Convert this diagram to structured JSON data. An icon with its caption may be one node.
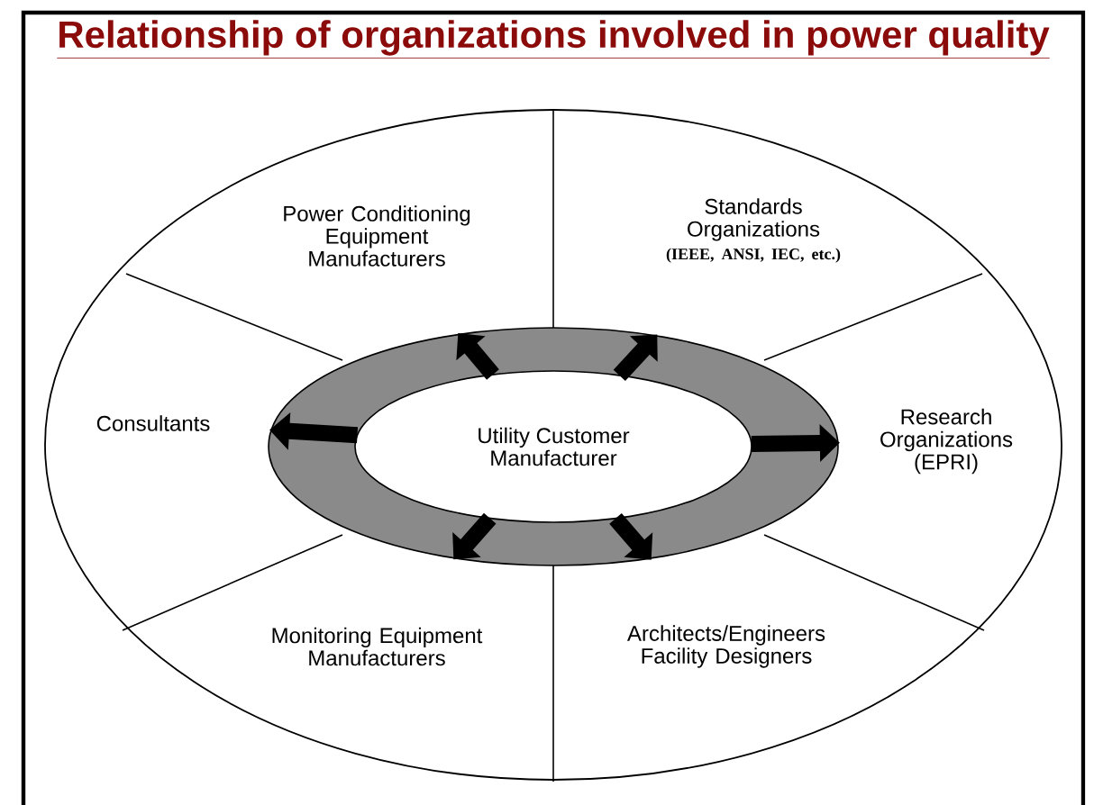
{
  "diagram": {
    "title": "Relationship of organizations involved in power quality",
    "nodes": [
      {
        "text": [
          "Power Conditioning Equipment Manufacturers"
        ]
      },
      {
        "text": [
          "Standards Organizations",
          "(IEEE, ANSI, IEC, etc.)"
        ]
      },
      {
        "text": [
          "Consultants"
        ]
      },
      {
        "text": [
          "Utility Customer Manufacturer"
        ]
      },
      {
        "text": [
          "Research Organizations (EPRI)"
        ]
      },
      {
        "text": [
          "Monitoring Equipment Manufacturers"
        ]
      },
      {
        "text": [
          "Architects/Engineers Facility Designers"
        ]
      }
    ],
    "edges": [
      {
        "from": 3,
        "to": 0,
        "arrow": "to"
      },
      {
        "from": 3,
        "to": 1,
        "arrow": "to"
      },
      {
        "from": 3,
        "to": 2,
        "arrow": "to"
      },
      {
        "from": 3,
        "to": 4,
        "arrow": "to"
      },
      {
        "from": 3,
        "to": 5,
        "arrow": "to"
      },
      {
        "from": 3,
        "to": 6,
        "arrow": "to"
      }
    ]
  }
}
